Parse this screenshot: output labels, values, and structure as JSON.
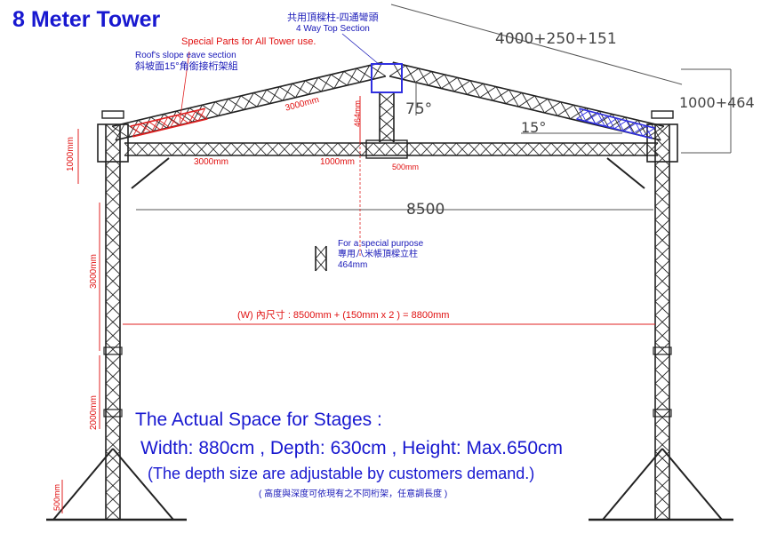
{
  "title": "8 Meter Tower",
  "top_section": {
    "label_cn": "共用頂樑柱-四通彎頭",
    "label_en": "4 Way Top Section"
  },
  "special_parts": "Special Parts for All Tower use.",
  "eave": {
    "label_en": "Roof's slope eave section",
    "label_cn": "斜坡面15°角銜接桁架組"
  },
  "special_purpose": {
    "label_en": "For a special purpose",
    "label_cn": "專用八米帳頂樑立柱",
    "size": "464mm"
  },
  "inner_width": "(W) 內尺寸 : 8500mm + (150mm x 2 ) = 8800mm",
  "stage_info": {
    "title": "The Actual Space for Stages :",
    "dims": "Width: 880cm , Depth: 630cm , Height: Max.650cm",
    "note": "(The depth size are adjustable by customers demand.)",
    "note_cn": "( 高度與深度可依現有之不同桁架，任意調長度 )"
  },
  "dimensions": {
    "top": "4000+250+151",
    "rise": "1000+464",
    "span": "8500",
    "angle_peak": "75°",
    "angle_slope": "15°",
    "roof_segment": "3000mm",
    "beam_left": "3000mm",
    "beam_mid": "1000mm",
    "beam_center": "500mm",
    "peak_height": "464mm",
    "upper_column": "1000mm",
    "column_mid": "3000mm",
    "column_low": "2000mm",
    "base": "500mm"
  },
  "colors": {
    "title": "#1818d0",
    "note_red": "#e01010",
    "truss": "#222222",
    "highlight_red": "#e02020",
    "highlight_blue": "#3030e0"
  }
}
